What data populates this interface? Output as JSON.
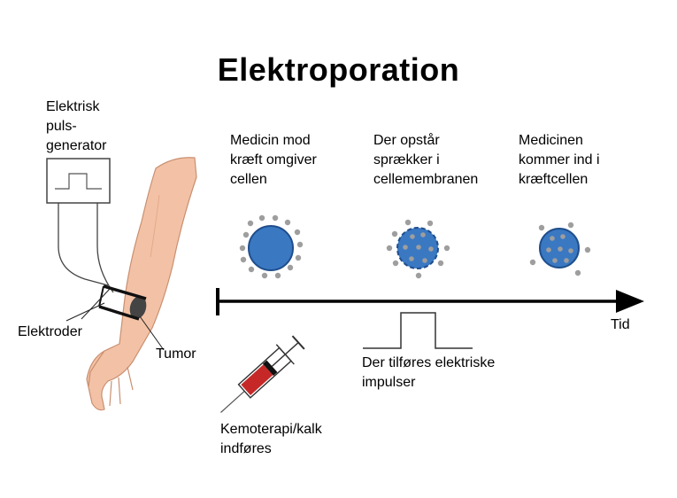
{
  "title": "Elektroporation",
  "labels": {
    "pulse_generator": "Elektrisk\npuls-\ngenerator",
    "electrodes": "Elektroder",
    "tumor": "Tumor",
    "chemo": "Kemoterapi/kalk\nindføres",
    "step1": "Medicin mod\nkræft omgiver\ncellen",
    "step2": "Der opstår\nsprækker i\ncellemembranen",
    "step3": "Medicinen\nkommer ind i\nkræftcellen",
    "pulses": "Der tilføres elektriske\nimpulser",
    "time": "Tid"
  },
  "colors": {
    "cell_fill": "#3a78c2",
    "cell_stroke": "#1f4e8c",
    "drug_particle": "#9e9e9e",
    "skin": "#f3c2a6",
    "syringe_liquid": "#c62828"
  }
}
